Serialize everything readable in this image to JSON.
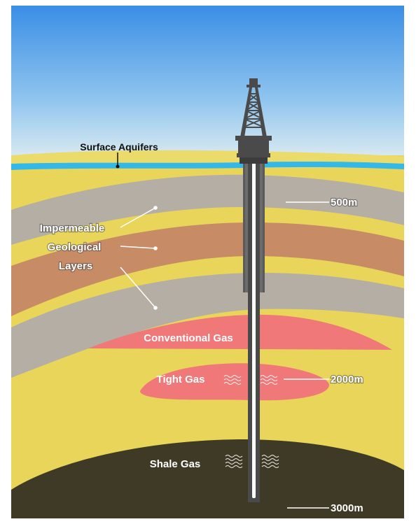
{
  "labels": {
    "surface_aquifers": "Surface Aquifers",
    "impermeable": [
      "Impermeable",
      "Geological",
      "Layers"
    ],
    "conventional_gas": "Conventional Gas",
    "tight_gas": "Tight Gas",
    "shale_gas": "Shale Gas"
  },
  "depths": {
    "d500": "500m",
    "d2000": "2000m",
    "d3000": "3000m"
  },
  "colors": {
    "sky_top": "#3a8ee6",
    "sky_bottom": "#e9f1f4",
    "sand": "#e8d55a",
    "gray_layer": "#b4aea4",
    "brown_layer": "#c78b66",
    "gas_pink": "#f07878",
    "shale": "#3f3a26",
    "aquifer": "#33b8ea",
    "rig": "#4a4a4a"
  }
}
